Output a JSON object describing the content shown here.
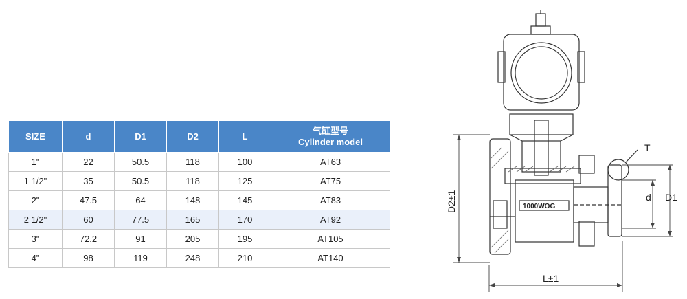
{
  "table": {
    "headers": [
      "SIZE",
      "d",
      "D1",
      "D2",
      "L",
      "气缸型号",
      "Cylinder model"
    ],
    "rows": [
      [
        "1\"",
        "22",
        "50.5",
        "118",
        "100",
        "AT63"
      ],
      [
        "1 1/2\"",
        "35",
        "50.5",
        "118",
        "125",
        "AT75"
      ],
      [
        "2\"",
        "47.5",
        "64",
        "148",
        "145",
        "AT83"
      ],
      [
        "2 1/2\"",
        "60",
        "77.5",
        "165",
        "170",
        "AT92"
      ],
      [
        "3\"",
        "72.2",
        "91",
        "205",
        "195",
        "AT105"
      ],
      [
        "4\"",
        "98",
        "119",
        "248",
        "210",
        "AT140"
      ]
    ]
  },
  "drawing": {
    "label_T": "T",
    "label_d": "d",
    "label_D1": "D1",
    "label_D2": "D2±1",
    "label_L": "L±1",
    "body_marking": "1000WOG"
  },
  "colors": {
    "header_bg": "#4a86c8",
    "alt_row_bg": "#eaf0fa",
    "border": "#c8c8c8"
  }
}
